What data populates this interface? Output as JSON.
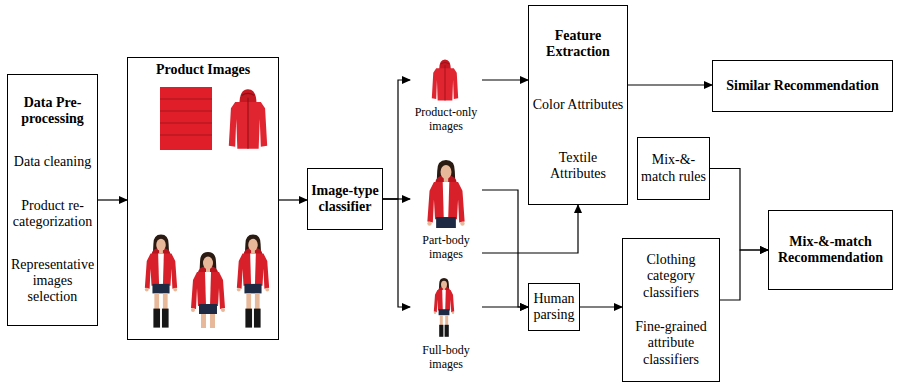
{
  "diagram": {
    "nodes": [
      {
        "text": [
          "Data Pre-processing",
          "Data cleaning",
          "Product re-categorization",
          "Representative images selection"
        ]
      },
      {
        "text": [
          "Product Images"
        ]
      },
      {
        "text": [
          "Image-type classifier"
        ]
      },
      {
        "text": [
          "Product-only images"
        ]
      },
      {
        "text": [
          "Part-body images"
        ]
      },
      {
        "text": [
          "Full-body images"
        ]
      },
      {
        "text": [
          "Feature Extraction",
          "Color Attributes",
          "Textile Attributes"
        ]
      },
      {
        "text": [
          "Similar Recommendation"
        ]
      },
      {
        "text": [
          "Mix-&-match rules"
        ]
      },
      {
        "text": [
          "Human parsing"
        ]
      },
      {
        "text": [
          "Clothing category classifiers",
          "Fine-grained attribute classifiers"
        ]
      },
      {
        "text": [
          "Mix-&-match Recommendation"
        ]
      }
    ],
    "edges": [
      {
        "from": 0,
        "to": 1,
        "arrow": "to"
      },
      {
        "from": 1,
        "to": 2,
        "arrow": "to"
      },
      {
        "from": 2,
        "to": 3,
        "arrow": "to"
      },
      {
        "from": 2,
        "to": 4,
        "arrow": "to"
      },
      {
        "from": 2,
        "to": 5,
        "arrow": "to"
      },
      {
        "from": 3,
        "to": 6,
        "arrow": "to"
      },
      {
        "from": 4,
        "to": 6,
        "arrow": "to"
      },
      {
        "from": 4,
        "to": 9,
        "arrow": "to"
      },
      {
        "from": 5,
        "to": 9,
        "arrow": "to"
      },
      {
        "from": 6,
        "to": 7,
        "arrow": "to"
      },
      {
        "from": 9,
        "to": 10,
        "arrow": "to"
      },
      {
        "from": 8,
        "to": 11,
        "arrow": "to"
      },
      {
        "from": 10,
        "to": 11,
        "arrow": "to"
      }
    ]
  }
}
